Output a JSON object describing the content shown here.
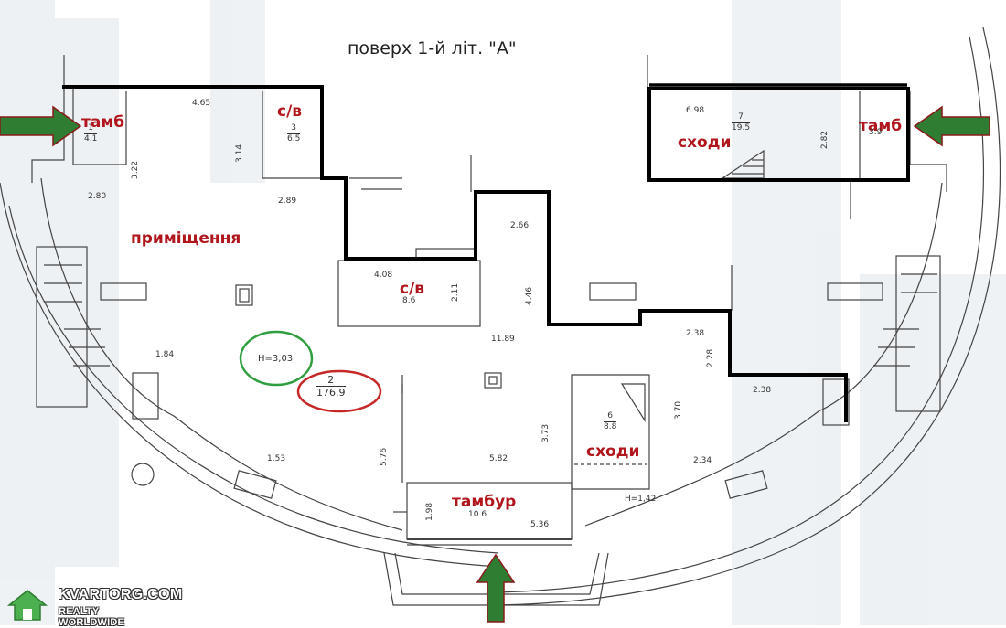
{
  "title": "поверх 1-й  літ. \"А\"",
  "rooms": {
    "tamb_left": {
      "name": "тамб",
      "num": "1",
      "area": "4.1"
    },
    "sv_top": {
      "name": "с/в",
      "num": "3",
      "area": "6.5"
    },
    "stairs_top": {
      "name": "сходи",
      "num": "7",
      "area": "19.5"
    },
    "tamb_right": {
      "name": "тамб",
      "num": "",
      "area": "3.9"
    },
    "main": {
      "name": "приміщення",
      "num": "2",
      "area": "176.9"
    },
    "sv_mid": {
      "name": "с/в",
      "num": "",
      "area": "8.6"
    },
    "stairs_bottom": {
      "name": "сходи",
      "num": "6",
      "area": "8.8"
    },
    "tambur": {
      "name": "тамбур",
      "num": "",
      "area": "10.6"
    }
  },
  "height_main": "H=3,03",
  "height_bottom": "H=1,42",
  "dimensions": {
    "d465": "4.65",
    "d322": "3.22",
    "d314": "3.14",
    "d280": "2.80",
    "d289": "2.89",
    "d698": "6.98",
    "d282": "2.82",
    "d266": "2.66",
    "d408": "4.08",
    "d211": "2.11",
    "d446": "4.46",
    "d238a": "2.38",
    "d228": "2.28",
    "d238b": "2.38",
    "d1189": "11.89",
    "d184": "1.84",
    "d153": "1.53",
    "d576": "5.76",
    "d582": "5.82",
    "d373": "3.73",
    "d370": "3.70",
    "d234": "2.34",
    "d198": "1.98",
    "d536": "5.36"
  },
  "watermark": {
    "line1": "KVARTORG.COM",
    "line2": "REALTY WORLDWIDE"
  },
  "colors": {
    "arrow": "#2e7d32",
    "arrow_outline": "#8b1a1a",
    "highlight_wall": "#000000",
    "label_red": "#b0161c",
    "circle_green": "#2e9e3e",
    "circle_red": "#c62828"
  }
}
